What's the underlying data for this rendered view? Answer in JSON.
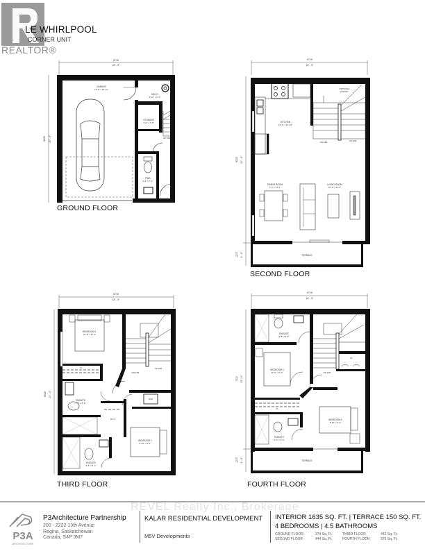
{
  "watermark": {
    "realtor_logo_text": "REALTOR®",
    "brokerage_text": "REVEL Realty Inc., Brokerage"
  },
  "header": {
    "title": "LE WHIRLPOOL",
    "subtitle": "CORNER UNIT"
  },
  "floors": {
    "ground": {
      "label": "GROUND FLOOR",
      "width_mm": "5715",
      "width_ft": "15' - 9\"",
      "depth_mm": "6096",
      "depth_ft": "20' - 0\"",
      "rooms": [
        {
          "name": "GARAGE",
          "size": "10'-0\" x 19'-11\""
        },
        {
          "name": "MECH",
          "size": "5'-11\" x 2'-4\""
        },
        {
          "name": "STORAGE",
          "size": "3'-2\" x 7'-8\""
        },
        {
          "name": "PWD",
          "size": "3'-2\" x 7'-1\""
        }
      ],
      "stair_note": "UP 16R"
    },
    "second": {
      "label": "SECOND FLOOR",
      "width_mm": "5715",
      "width_ft": "18' - 9\"",
      "depth_mm": "8230",
      "depth_ft": "27' - 0\"",
      "terrace_mm": "1219",
      "terrace_ft": "4' - 0\"",
      "rooms": [
        {
          "name": "OPTIONAL PANTRY",
          "size": ""
        },
        {
          "name": "KITCHEN",
          "size": "10'-1\" x 14'-10\""
        },
        {
          "name": "DINING ROOM",
          "size": "7'-0\" x 11'-0\""
        },
        {
          "name": "LIVING ROOM",
          "size": "10'-0\" x 11'-2\""
        },
        {
          "name": "TERRACE",
          "size": ""
        }
      ],
      "stair_notes": [
        "DN 16R",
        "UP 16R"
      ]
    },
    "third": {
      "label": "THIRD FLOOR",
      "width_mm": "5715",
      "width_ft": "18' - 9\"",
      "depth_mm": "8230",
      "depth_ft": "27' - 0\"",
      "rooms": [
        {
          "name": "BEDROOM 1",
          "size": "10'-8\" x 11'-1\""
        },
        {
          "name": "CL",
          "size": ""
        },
        {
          "name": "ENSUITE",
          "size": "5'-8\" x 5'-9\""
        },
        {
          "name": "W.I.C.",
          "size": ""
        },
        {
          "name": "W/D",
          "size": ""
        },
        {
          "name": "BEDROOM 2",
          "size": "8'-10\" x 9'-1\""
        },
        {
          "name": "ENSUITE",
          "size": "8'-8\" x 5'-4\""
        }
      ],
      "stair_notes": [
        "DN 16R",
        "UP 16R"
      ]
    },
    "fourth": {
      "label": "FOURTH FLOOR",
      "width_mm": "5715",
      "width_ft": "18' - 9\"",
      "depth_mm": "7010",
      "depth_ft": "23' - 0\"",
      "terrace_mm": "1219",
      "terrace_ft": "4' - 0\"",
      "rooms": [
        {
          "name": "ENSUITE",
          "size": "9'-8\" x 5'-8\""
        },
        {
          "name": "BEDROOM 3",
          "size": "10'-0\" x 9'-0\""
        },
        {
          "name": "CL",
          "size": ""
        },
        {
          "name": "CL",
          "size": ""
        },
        {
          "name": "BEDROOM 4",
          "size": "8'-10\" x 9'-0\""
        },
        {
          "name": "ENSUITE",
          "size": "6'-0\" x 5'-0\""
        },
        {
          "name": "TERRACE",
          "size": ""
        }
      ],
      "stair_notes": [
        "DN 16R"
      ]
    }
  },
  "footer": {
    "logo_text": "P3A",
    "logo_sub": "ARCHITECTURE",
    "firm_name": "P3Architecture Partnership",
    "address_lines": [
      "200 - 2222 13th Avenue",
      "Regina, Saskatchewan",
      "Canada, S4P 3M7"
    ],
    "development": "KALAR RESIDENTIAL DEVELOPMENT",
    "developer": "M5V Developments",
    "stats_line1": "INTERIOR 1635 SQ. FT. | TERRACE 150 SQ. FT.",
    "stats_line2": "4 BEDROOMS | 4.5 BATHROOMS",
    "floor_areas": [
      {
        "label": "GROUND FLOOR",
        "value": "374 Sq. Ft."
      },
      {
        "label": "SECOND FLOOR",
        "value": "444 Sq. Ft."
      },
      {
        "label": "THIRD FLOOR",
        "value": "442 Sq. Ft."
      },
      {
        "label": "FOURTH FLOOR",
        "value": "375 Sq. Ft."
      }
    ]
  }
}
